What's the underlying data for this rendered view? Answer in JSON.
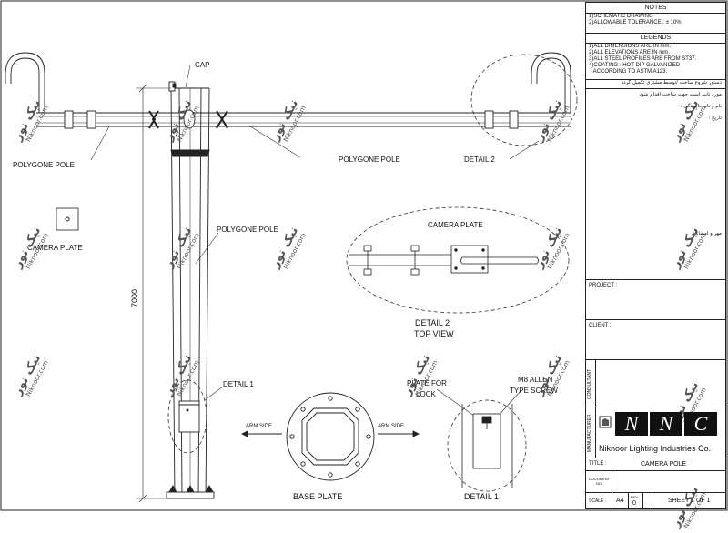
{
  "drawing": {
    "labels": {
      "cap": "CAP",
      "polygone_pole_left": "POLYGONE POLE",
      "polygone_pole_arm": "POLYGONE POLE",
      "polygone_pole_main": "POLYGONE POLE",
      "detail2_ref": "DETAIL 2",
      "camera_plate_left": "CAMERA PLATE",
      "camera_plate_detail": "CAMERA PLATE",
      "height": "7000",
      "detail2_title": "DETAIL 2",
      "detail2_sub": "TOP VIEW",
      "detail1_ref": "DETAIL 1",
      "plate_for_lock_1": "PLATE FOR",
      "plate_for_lock_2": "LOCK",
      "m8_1": "M8 ALLEN",
      "m8_2": "TYPE SCREW",
      "arm_side_left": "ARM SIDE",
      "arm_side_right": "ARM SIDE",
      "base_plate": "BASE PLATE",
      "detail1_title": "DETAIL 1"
    },
    "watermark": {
      "text": "نیک نور",
      "site": "Niknoor.com"
    }
  },
  "title_block": {
    "notes_header": "NOTES",
    "notes": [
      "1)SCHEMATIC DRAWING",
      "2)ALLOWABLE TOLERANCE : ± 10%"
    ],
    "legends_header": "LEGENDS",
    "legends": [
      "1)ALL DIMENSIONS ARE IN mm.",
      "2)ALL ELEVATIONS ARE IN mm.",
      "3)ALL STEEL PROFILES ARE FROM ST37.",
      "4)COATING : HOT DIP GALVANIZED",
      "   ACCORDING TO ASTM A123."
    ],
    "farsi": [
      "دستور شروع ساخت /توسط مشتری تکمیل گردد",
      "مورد تایید است جهت ساخت اقدام شود",
      "نام و نام خانوادگی :",
      "تاریخ :",
      "مهر و امضاء :"
    ],
    "project_label": "PROJECT :",
    "client_label": "CLIENT :",
    "consultant_label": "CONSULTANT",
    "manufacturer_label": "MANUFACTURER",
    "logo_letters": [
      "N",
      "N",
      "C"
    ],
    "company": "Niknoor Lighting Industries Co.",
    "title_label": "TITLE :",
    "title_value": "CAMERA POLE",
    "document_no_label": "DOCUMENT NO",
    "scale_label": "SCALE :",
    "paper": "A4",
    "rev_label": "REV",
    "rev_value": "0",
    "sheet_label": "SHEET 1 OF 1"
  }
}
